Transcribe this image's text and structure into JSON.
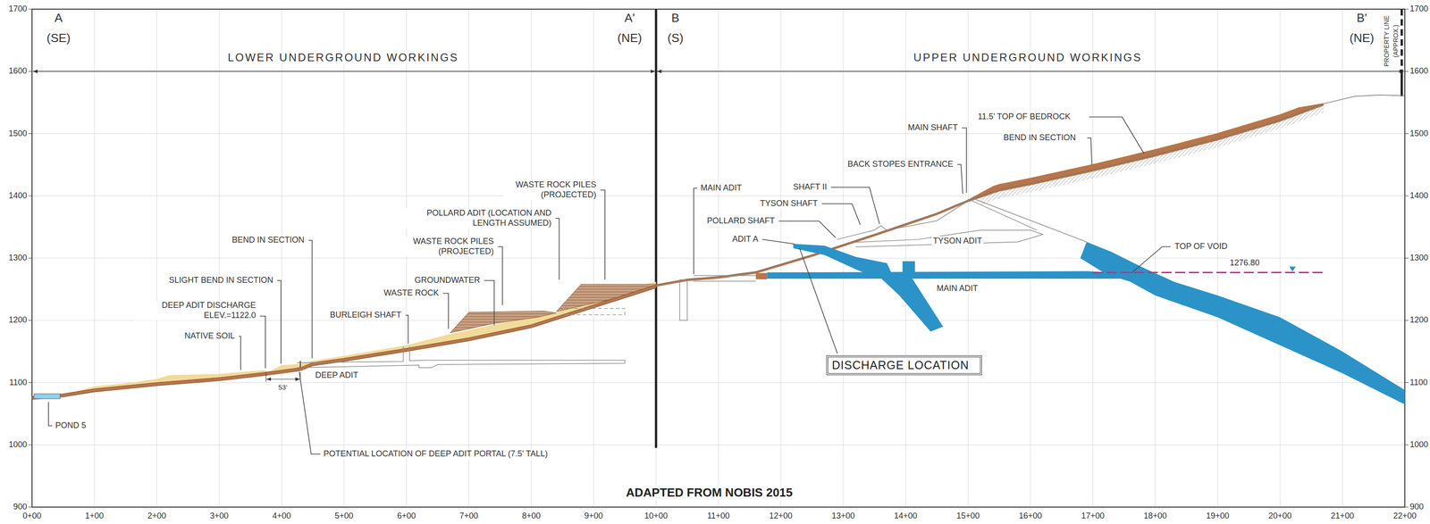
{
  "diagram": {
    "caption": "ADAPTED FROM NOBIS 2015",
    "nodes": [
      {
        "text": [
          "DISCHARGE LOCATION"
        ]
      }
    ],
    "labels": [
      "A",
      "(SE)",
      "A'",
      "(NE)",
      "B",
      "(S)",
      "B'",
      "(NE)",
      "LOWER UNDERGROUND WORKINGS",
      "UPPER UNDERGROUND WORKINGS",
      "PROPERTY LINE",
      "(APPROX.)",
      "1700",
      "1600",
      "1500",
      "1400",
      "1300",
      "1200",
      "1100",
      "1000",
      "900",
      "1700",
      "1600",
      "1500",
      "1400",
      "1300",
      "1200",
      "1100",
      "1000",
      "900",
      "0+00",
      "1+00",
      "2+00",
      "3+00",
      "4+00",
      "5+00",
      "6+00",
      "7+00",
      "8+00",
      "9+00",
      "10+00",
      "11+00",
      "12+00",
      "13+00",
      "14+00",
      "15+00",
      "16+00",
      "17+00",
      "18+00",
      "19+00",
      "20+00",
      "21+00",
      "22+00",
      "WASTE ROCK PILES (PROJECTED)",
      "POLLARD ADIT (LOCATION AND LENGTH ASSUMED)",
      "WASTE ROCK PILES (PROJECTED)",
      "BEND IN SECTION",
      "GROUNDWATER",
      "WASTE ROCK",
      "SLIGHT BEND IN SECTION",
      "DEEP ADIT DISCHARGE ELEV.=1122.0",
      "NATIVE SOIL",
      "BURLEIGH SHAFT",
      "DEEP ADIT",
      "53'",
      "POND 5",
      "POTENTIAL LOCATION OF DEEP ADIT PORTAL (7.5' TALL)",
      "MAIN ADIT",
      "SHAFT II",
      "TYSON SHAFT",
      "POLLARD SHAFT",
      "ADIT A",
      "BACK STOPES ENTRANCE",
      "MAIN SHAFT",
      "11.5' TOP OF BEDROCK",
      "BEND IN SECTION",
      "TYSON ADIT",
      "MAIN ADIT",
      "TOP OF VOID",
      "1276.80"
    ]
  }
}
